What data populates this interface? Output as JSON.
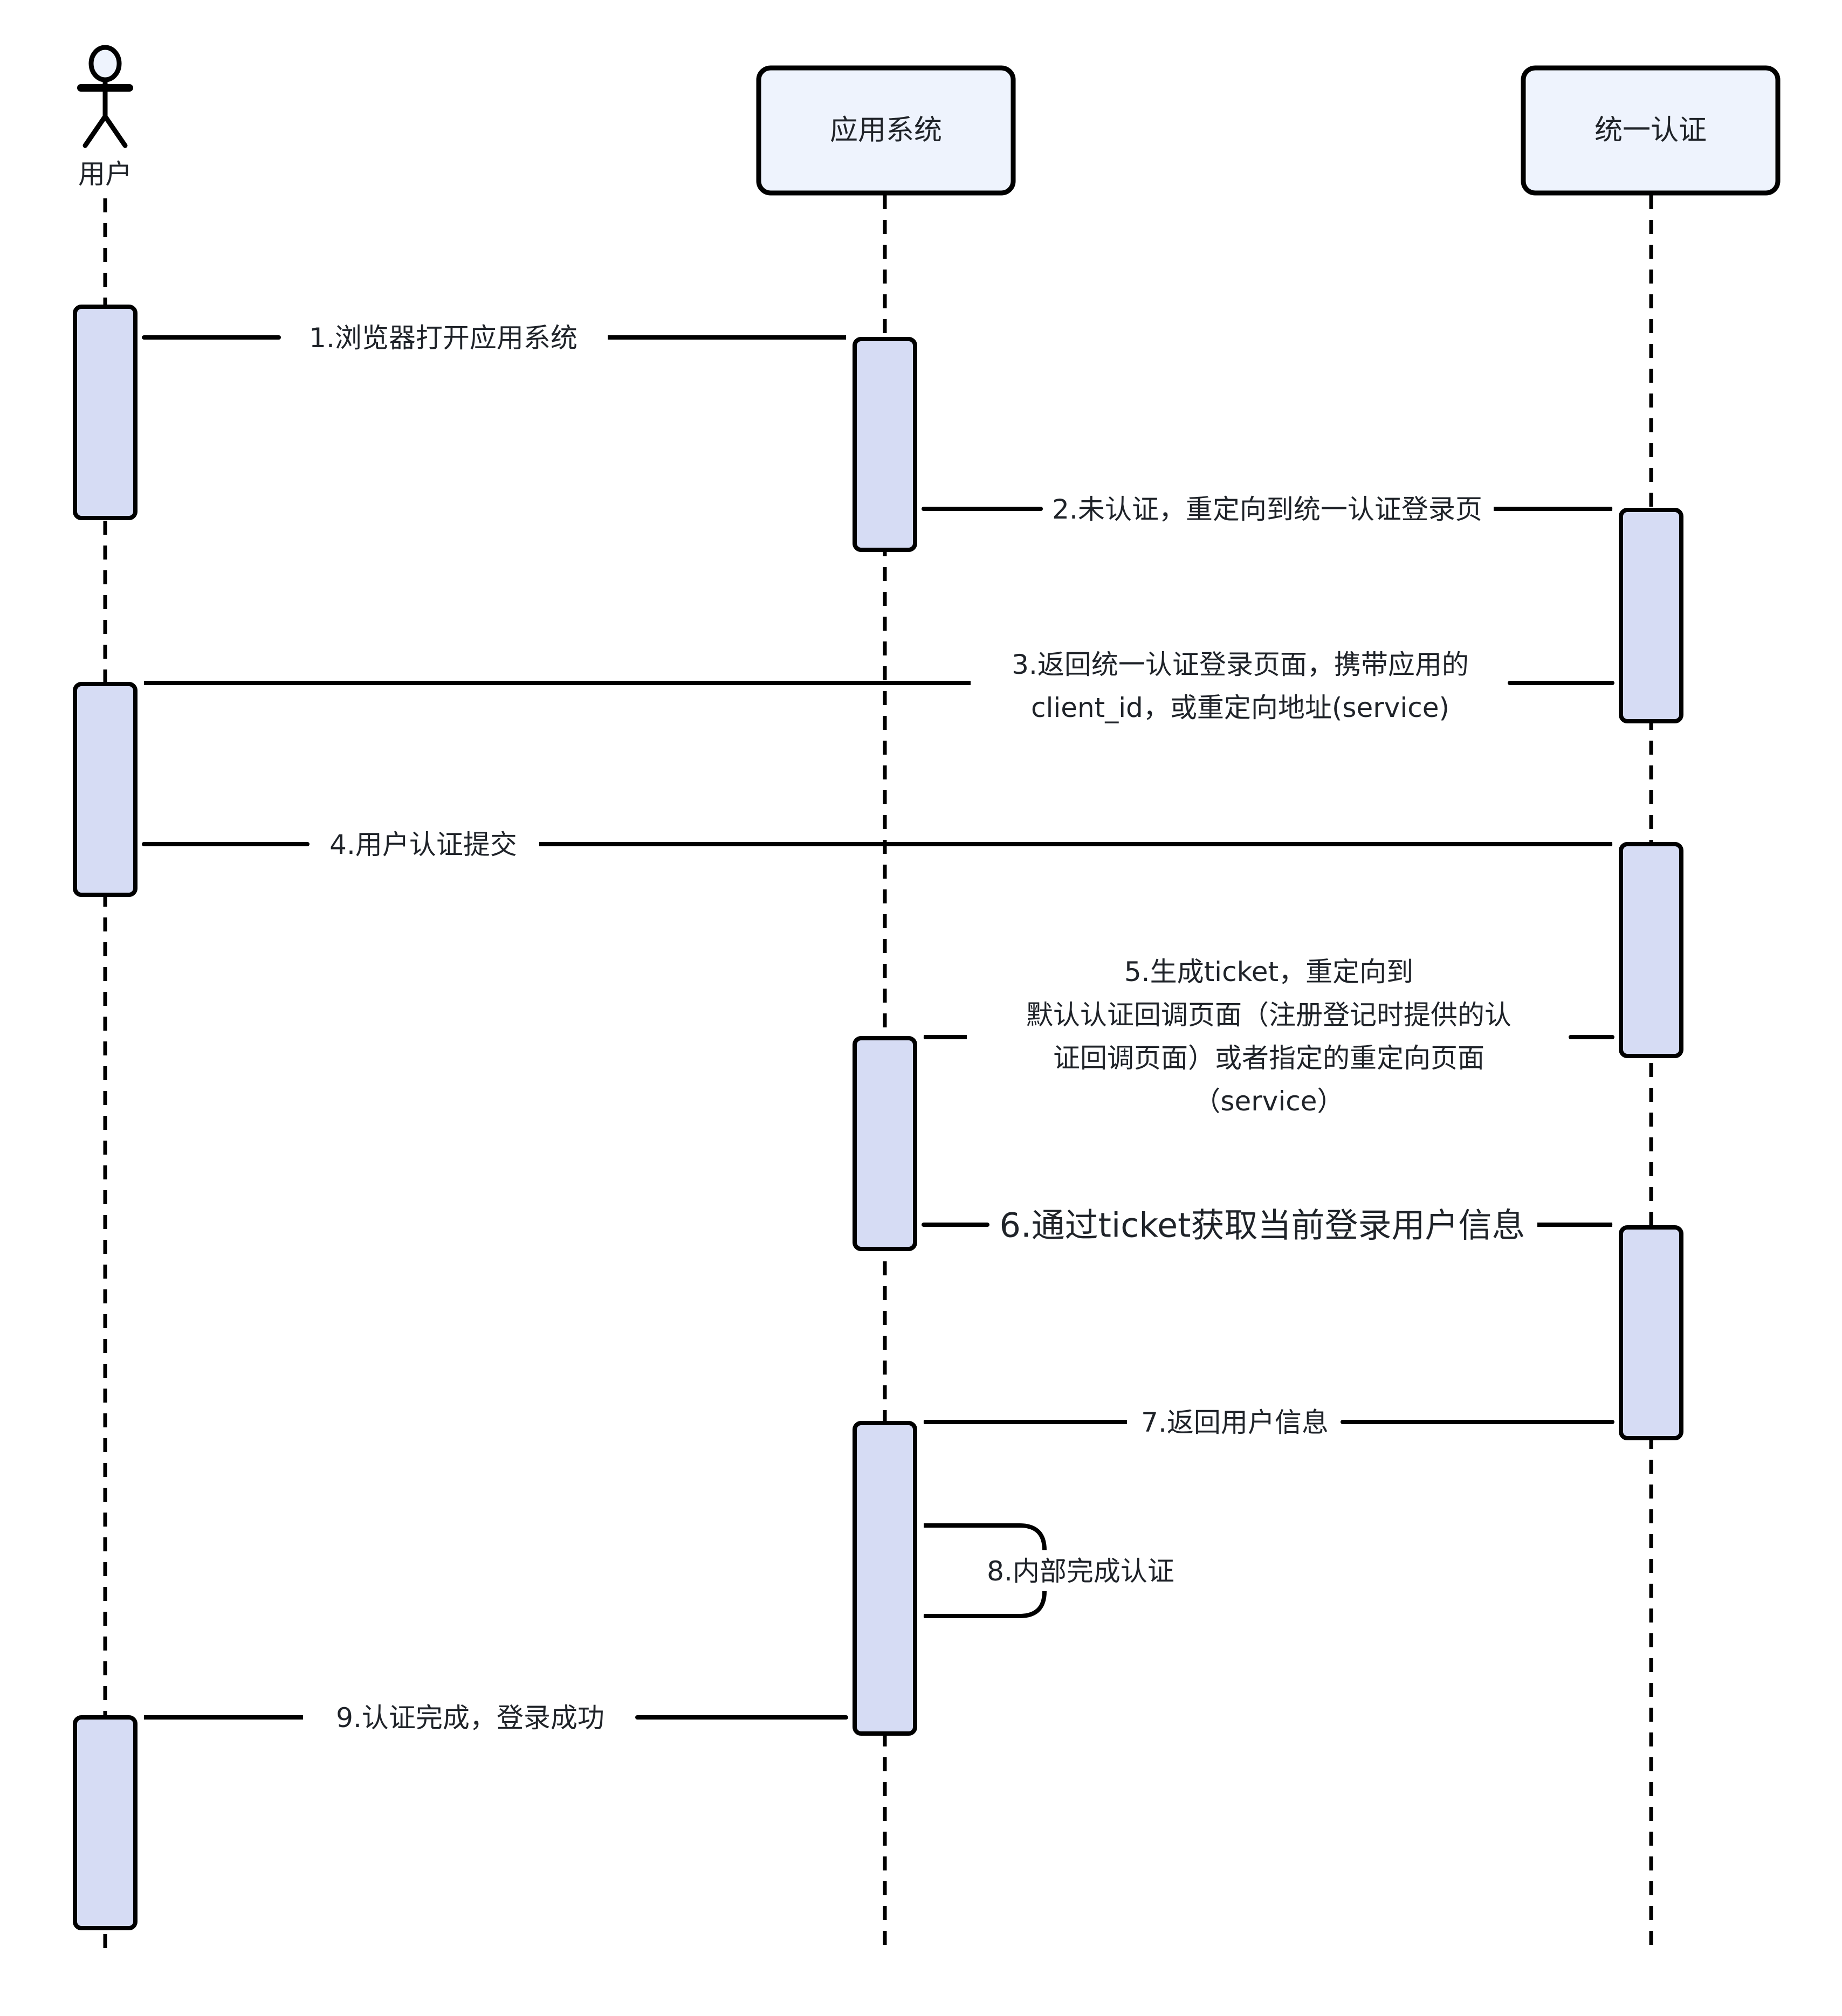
{
  "diagram": {
    "type": "sequence",
    "colors": {
      "participant_fill": "#eef3fd",
      "activation_fill": "#d6dcf4",
      "stroke": "#000000",
      "text": "#1f2329",
      "background": "#ffffff"
    },
    "participants": [
      {
        "id": "user",
        "label": "用户",
        "kind": "actor",
        "icon": "stick-figure-icon"
      },
      {
        "id": "app",
        "label": "应用系统",
        "kind": "box"
      },
      {
        "id": "auth",
        "label": "统一认证",
        "kind": "box"
      }
    ],
    "messages": [
      {
        "n": 1,
        "from": "user",
        "to": "app",
        "lines": [
          "1.浏览器打开应用系统"
        ]
      },
      {
        "n": 2,
        "from": "app",
        "to": "auth",
        "lines": [
          "2.未认证，重定向到统一认证登录页"
        ]
      },
      {
        "n": 3,
        "from": "auth",
        "to": "user",
        "lines": [
          "3.返回统一认证登录页面，携带应用的",
          "client_id，或重定向地址(service)"
        ]
      },
      {
        "n": 4,
        "from": "user",
        "to": "auth",
        "lines": [
          "4.用户认证提交"
        ]
      },
      {
        "n": 5,
        "from": "auth",
        "to": "app",
        "lines": [
          "5.生成ticket，重定向到",
          "默认认证回调页面（注册登记时提供的认",
          "证回调页面）或者指定的重定向页面",
          "（service）"
        ]
      },
      {
        "n": 6,
        "from": "app",
        "to": "auth",
        "lines": [
          "6.通过ticket获取当前登录用户信息"
        ]
      },
      {
        "n": 7,
        "from": "auth",
        "to": "app",
        "lines": [
          "7.返回用户信息"
        ]
      },
      {
        "n": 8,
        "from": "app",
        "to": "app",
        "lines": [
          "8.内部完成认证"
        ]
      },
      {
        "n": 9,
        "from": "app",
        "to": "user",
        "lines": [
          "9.认证完成，登录成功"
        ]
      }
    ]
  }
}
